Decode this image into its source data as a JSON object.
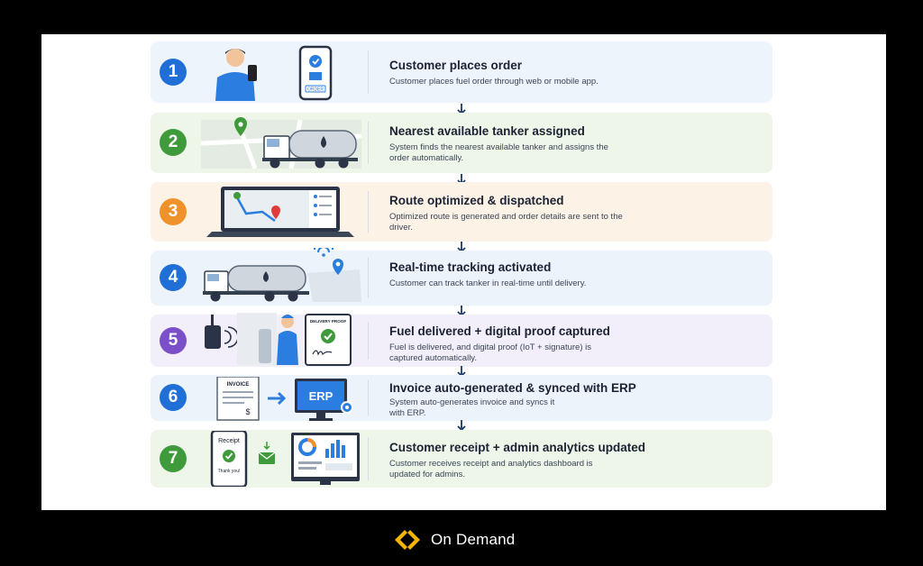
{
  "steps": [
    {
      "num": "1",
      "title": "Customer places order",
      "desc": "Customer places fuel order through web or mobile app.",
      "color": "#1f6fd6",
      "bg": "#eef4fc",
      "art_text": "ORDER"
    },
    {
      "num": "2",
      "title": "Nearest available tanker assigned",
      "desc": "System finds the nearest available tanker and assigns the order automatically.",
      "color": "#3f9a3c",
      "bg": "#eef6ea"
    },
    {
      "num": "3",
      "title": "Route optimized & dispatched",
      "desc": "Optimized route is generated and order details are sent to the driver.",
      "color": "#f0922b",
      "bg": "#fdf2e6"
    },
    {
      "num": "4",
      "title": "Real-time tracking activated",
      "desc": "Customer can track tanker in real-time until delivery.",
      "color": "#1f6fd6",
      "bg": "#edf3fb"
    },
    {
      "num": "5",
      "title": "Fuel delivered + digital proof captured",
      "desc": "Fuel is delivered, and digital proof (IoT + signature) is captured automatically.",
      "color": "#7a4fc7",
      "bg": "#f2effa",
      "art_text": "DELIVERY PROOF"
    },
    {
      "num": "6",
      "title": "Invoice auto-generated & synced with ERP",
      "desc": "System auto-generates invoice and syncs it with ERP.",
      "color": "#1f6fd6",
      "bg": "#edf3fb",
      "art_text": "INVOICE",
      "art_text2": "ERP"
    },
    {
      "num": "7",
      "title": "Customer receipt + admin analytics updated",
      "desc": "Customer receives receipt and analytics dashboard is updated for admins.",
      "color": "#3f9a3c",
      "bg": "#eef6ea",
      "art_text": "Receipt",
      "art_text2": "Thank you!"
    }
  ],
  "brand": {
    "name": "On Demand",
    "color": "#f5b400"
  }
}
